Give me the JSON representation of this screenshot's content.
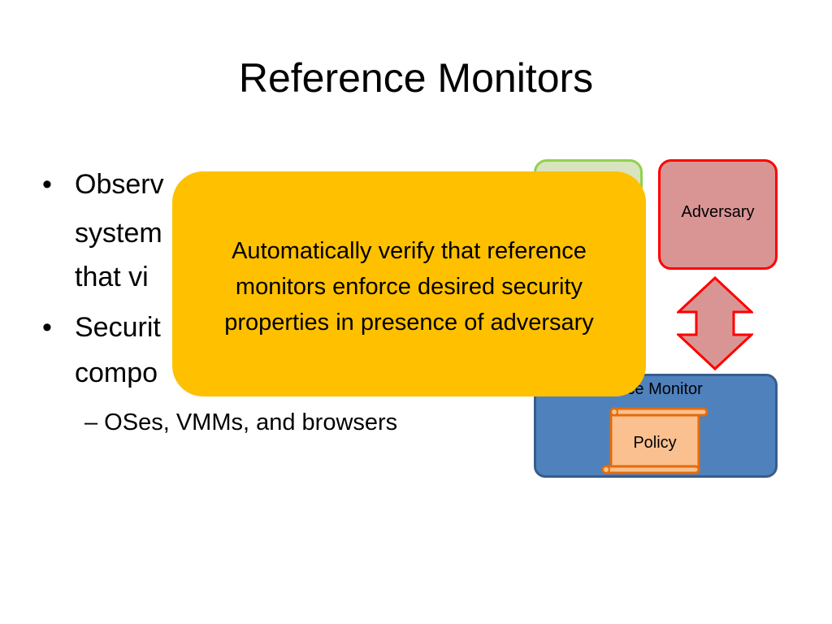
{
  "slide": {
    "title": "Reference Monitors",
    "bullets": [
      {
        "lines": [
          "Observ",
          "system",
          "that vi"
        ]
      },
      {
        "lines": [
          "Securit",
          "compo"
        ]
      }
    ],
    "sub_bullet": "– OSes, VMMs, and browsers",
    "bullet_char": "•"
  },
  "diagram": {
    "adversary_label": "Adversary",
    "monitor_label": "ence Monitor",
    "policy_label": "Policy",
    "colors": {
      "green_fill": "#d7e4bd",
      "green_border": "#92d050",
      "adversary_fill": "#d99594",
      "adversary_border": "#ff0000",
      "monitor_fill": "#4f81bd",
      "monitor_border": "#385d8a",
      "policy_fill": "#fac090",
      "policy_border": "#e46c0a"
    }
  },
  "callout": {
    "lines": [
      "Automatically verify that reference",
      "monitors enforce desired security",
      "properties in presence of adversary"
    ],
    "color": "#ffc000"
  }
}
